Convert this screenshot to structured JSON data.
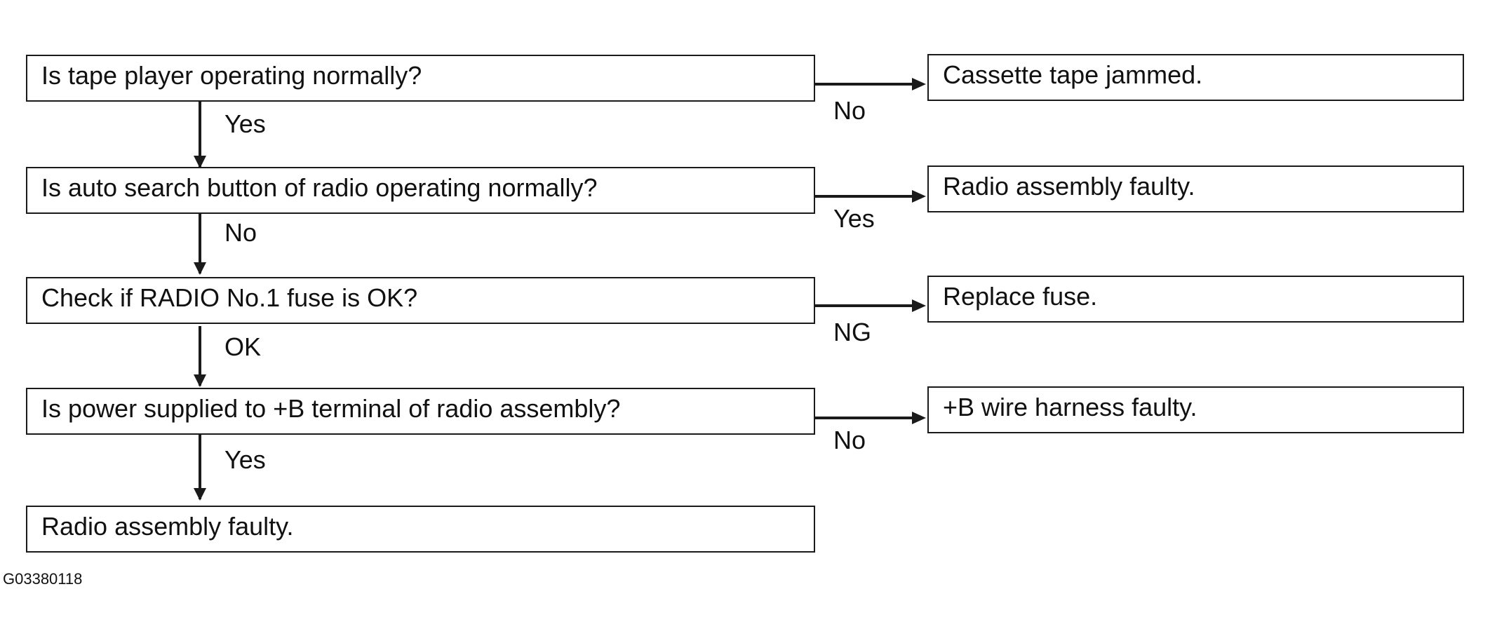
{
  "decisions": [
    {
      "question": "Is tape player operating normally?",
      "down_label": "Yes",
      "right_label": "No",
      "result": "Cassette tape jammed."
    },
    {
      "question": "Is auto search button of radio operating normally?",
      "down_label": "No",
      "right_label": "Yes",
      "result": "Radio assembly faulty."
    },
    {
      "question": "Check if RADIO No.1 fuse is OK?",
      "down_label": "OK",
      "right_label": "NG",
      "result": "Replace fuse."
    },
    {
      "question": "Is power supplied to +B terminal of radio assembly?",
      "down_label": "Yes",
      "right_label": "No",
      "result": "+B wire harness faulty."
    }
  ],
  "final": "Radio assembly faulty.",
  "figure_code": "G03380118"
}
